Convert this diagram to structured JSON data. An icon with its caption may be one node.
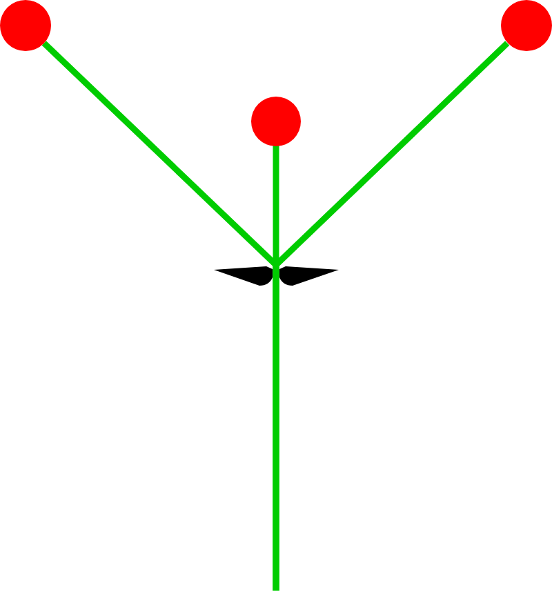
{
  "diagram": {
    "nodes": [
      {
        "text": [],
        "shape": "circle"
      },
      {
        "text": [],
        "shape": "circle"
      },
      {
        "text": [],
        "shape": "circle"
      }
    ],
    "edges": [
      {
        "from": 0,
        "to": null,
        "arrow": "none"
      },
      {
        "from": 1,
        "to": null,
        "arrow": "none"
      },
      {
        "from": 2,
        "to": null,
        "arrow": "none"
      }
    ]
  }
}
